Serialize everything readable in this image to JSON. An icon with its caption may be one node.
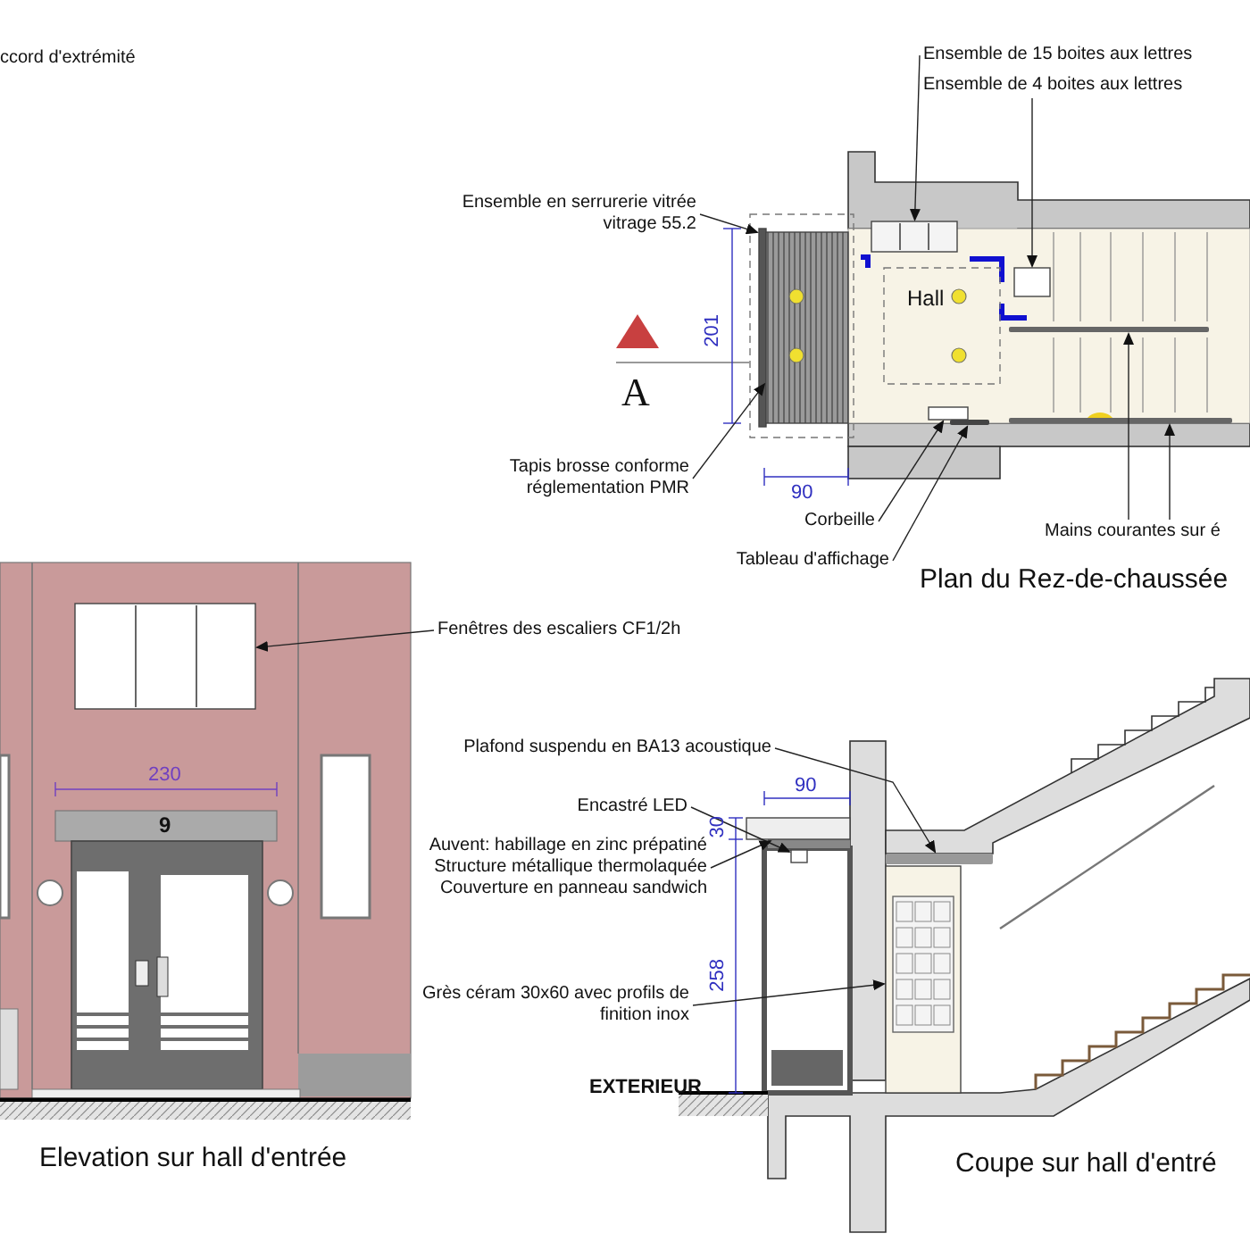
{
  "diagram": {
    "nodes": [
      {
        "text": [
          "Ensemble de 15 boites aux lettres"
        ]
      },
      {
        "text": [
          "Ensemble de 4 boites aux lettres"
        ]
      },
      {
        "text": [
          "Ensemble en serrurerie vitrée vitrage 55.2"
        ]
      },
      {
        "text": [
          "Tapis brosse conforme réglementation PMR"
        ]
      },
      {
        "text": [
          "Corbeille"
        ]
      },
      {
        "text": [
          "Tableau d'affichage"
        ]
      },
      {
        "text": [
          "Mains courantes sur é"
        ]
      },
      {
        "text": [
          "Fenêtres des escaliers CF1/2h"
        ]
      },
      {
        "text": [
          "Plafond suspendu en BA13 acoustique"
        ]
      },
      {
        "text": [
          "Encastré LED"
        ]
      },
      {
        "text": [
          "Auvent: habillage en zinc prépatiné Structure métallique thermolaquée Couverture en panneau sandwich"
        ]
      },
      {
        "text": [
          "Grès céram 30x60 avec profils de finition inox"
        ]
      },
      {
        "text": [],
        "shape": "box"
      },
      {
        "text": [],
        "shape": "box"
      },
      {
        "text": [],
        "shape": "box"
      },
      {
        "text": [],
        "shape": "box"
      },
      {
        "text": [],
        "shape": "box"
      },
      {
        "text": [],
        "shape": "bar"
      },
      {
        "text": [],
        "shape": "bar"
      },
      {
        "text": [],
        "shape": "bar"
      },
      {
        "text": [],
        "shape": "box"
      },
      {
        "text": [],
        "shape": "bar"
      },
      {
        "text": [],
        "shape": "box"
      },
      {
        "text": [],
        "shape": "box"
      },
      {
        "text": [],
        "shape": "box"
      }
    ],
    "edges": [
      {
        "from": 0,
        "to": 12,
        "arrow": "to"
      },
      {
        "from": 1,
        "to": 13,
        "arrow": "to"
      },
      {
        "from": 2,
        "to": 14,
        "arrow": "to"
      },
      {
        "from": 3,
        "to": 15,
        "arrow": "to"
      },
      {
        "from": 4,
        "to": 16,
        "arrow": "to"
      },
      {
        "from": 5,
        "to": 17,
        "arrow": "to"
      },
      {
        "from": 6,
        "to": 18,
        "arrow": "to"
      },
      {
        "from": 6,
        "to": 19,
        "arrow": "to"
      },
      {
        "from": 7,
        "to": 20,
        "arrow": "to"
      },
      {
        "from": 8,
        "to": 21,
        "arrow": "to"
      },
      {
        "from": 9,
        "to": 22,
        "arrow": "to"
      },
      {
        "from": 10,
        "to": 23,
        "arrow": "to"
      },
      {
        "from": 11,
        "to": 24,
        "arrow": "to"
      }
    ],
    "labels": [
      "ccord d'extrémité",
      "Hall",
      "201",
      "A",
      "90",
      "Plan du Rez-de-chaussée",
      "230",
      "9",
      "Elevation sur hall d'entrée",
      "90",
      "30",
      "258",
      "EXTERIEUR",
      "Coupe sur hall d'entré"
    ]
  }
}
